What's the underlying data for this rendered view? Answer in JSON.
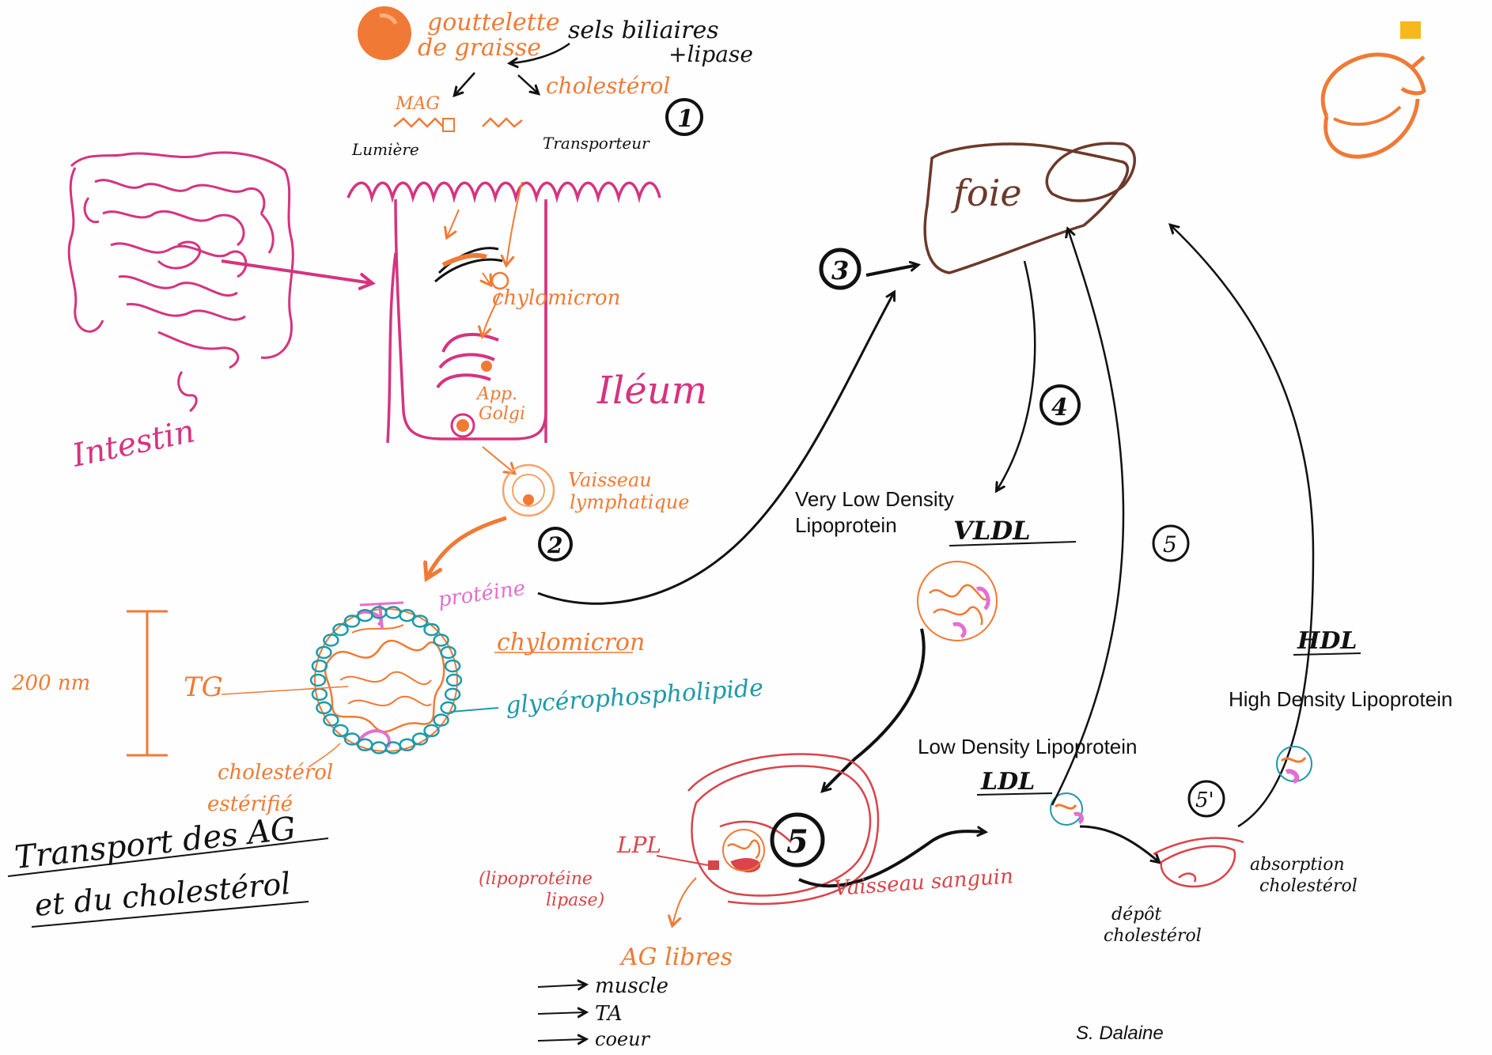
{
  "colors": {
    "magenta": "#d6337f",
    "orange": "#f07a35",
    "orange_light": "#f4a46a",
    "brown": "#6b3a2a",
    "red": "#d9444a",
    "black": "#111111",
    "teal": "#1e9aa8",
    "pink": "#e46fcf",
    "gold": "#f6b81c"
  },
  "icons": {
    "logo": "acorn-icon",
    "fat_droplet": "orange-circle-icon"
  },
  "typed_labels": {
    "vldl_full": "Very Low Density\nLipoprotein",
    "ldl_full": "Low Density Lipoprotein",
    "hdl_full": "High Density Lipoprotein",
    "author": "S. Dalaine"
  },
  "handwritten": {
    "gouttelette": "gouttelette",
    "de_graisse": "de graisse",
    "sels_biliaires": "sels biliaires",
    "lipase": "+lipase",
    "mag": "MAG",
    "cholesterol_top": "cholestérol",
    "step1": "1",
    "lumiere": "Lumière",
    "transporteur": "Transporteur",
    "chylomicron_cell": "chylomicron",
    "ileum": "Iléum",
    "app_golgi": "App.\nGolgi",
    "intestin": "Intestin",
    "vaisseau_lymph": "Vaisseau\nlymphatique",
    "step2": "2",
    "proteine": "protéine",
    "size": "200 nm",
    "tg": "TG",
    "chylomicron_label": "chylomicron",
    "glycero": "glycérophospholipide",
    "chol_esterifie": "cholestérol\nestérifié",
    "title_line1": "Transport des AG",
    "title_line2": "et du cholestérol",
    "step3": "3",
    "foie": "foie",
    "step4": "4",
    "vldl": "VLDL",
    "step5_right": "5",
    "hdl": "HDL",
    "ldl": "LDL",
    "step5_center": "5",
    "step5_prime": "5'",
    "lpl": "LPL",
    "lipoproteine_lipase": "(lipoprotéine\nlipase)",
    "vaisseau_sanguin": "Vaisseau sanguin",
    "ag_libres": "AG libres",
    "muscle": "muscle",
    "ta": "TA",
    "coeur": "coeur",
    "depot": "dépôt\ncholestérol",
    "absorption": "absorption\ncholestérol"
  }
}
